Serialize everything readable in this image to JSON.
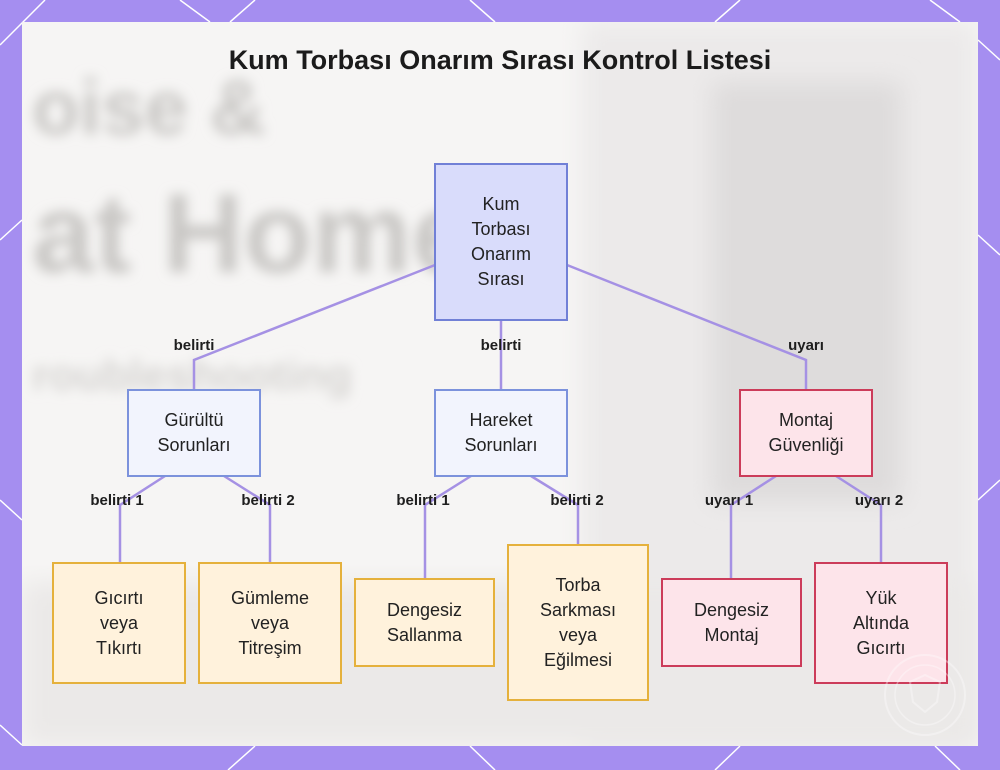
{
  "title": "Kum Torbası Onarım Sırası Kontrol Listesi",
  "nodes": {
    "root": "Kum Torbası Onarım Sırası",
    "noise": "Gürültü Sorunları",
    "motion": "Hareket Sorunları",
    "mount": "Montaj Güvenliği",
    "squeak": "Gıcırtı veya Tıkırtı",
    "thump": "Gümleme veya Titreşim",
    "wobble": "Dengesiz Sallanma",
    "sag": "Torba Sarkması veya Eğilmesi",
    "unbalanced": "Dengesiz Montaj",
    "loadsqueak": "Yük Altında Gıcırtı"
  },
  "edge_labels": {
    "root_noise": "belirti",
    "root_motion": "belirti",
    "root_mount": "uyarı",
    "noise_squeak": "belirti 1",
    "noise_thump": "belirti 2",
    "motion_wobble": "belirti 1",
    "motion_sag": "belirti 2",
    "mount_unbalanced": "uyarı 1",
    "mount_loadsqueak": "uyarı 2"
  },
  "background_text": [
    "oise &",
    "at Home",
    "roubleshooting"
  ],
  "colors": {
    "frame": "#a58ef0",
    "edge": "#a591e4",
    "root_fill": "#d9dcfb",
    "blue_border": "#7c92dc",
    "red_border": "#cc3c5a",
    "yellow_border": "#e5b13c"
  }
}
